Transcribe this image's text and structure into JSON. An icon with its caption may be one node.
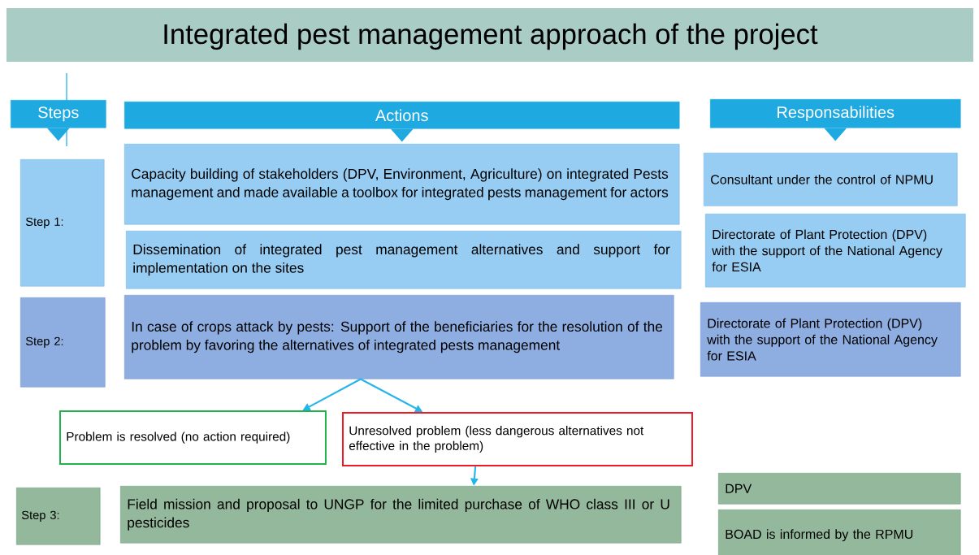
{
  "diagram": {
    "title": "Integrated pest management approach of the project",
    "nodes": [
      {
        "text": [
          "Steps"
        ]
      },
      {
        "text": [
          "Actions"
        ]
      },
      {
        "text": [
          "Responsabilities"
        ]
      },
      {
        "text": [
          "Step 1:"
        ]
      },
      {
        "text": [
          "Capacity building of stakeholders (DPV, Environment, Agriculture) on integrated Pests management and made available a toolbox for integrated pests management for actors"
        ]
      },
      {
        "text": [
          "Consultant under the control of NPMU"
        ]
      },
      {
        "text": [
          "Dissemination of integrated pest management alternatives and support for implementation on the sites"
        ]
      },
      {
        "text": [
          "Directorate of Plant Protection (DPV) with the support of the National Agency for ESIA"
        ]
      },
      {
        "text": [
          "Step 2:"
        ]
      },
      {
        "text": [
          "In case of crops attack by pests: Support of the beneficiaries for the resolution of the problem by favoring the alternatives of integrated pests management"
        ]
      },
      {
        "text": [
          "Directorate of Plant Protection (DPV) with the support of the National Agency for ESIA"
        ]
      },
      {
        "text": [
          "Problem is resolved (no action required)"
        ]
      },
      {
        "text": [
          "Unresolved problem (less dangerous alternatives not effective in the problem)"
        ]
      },
      {
        "text": [
          "Step 3:"
        ]
      },
      {
        "text": [
          "Field mission and proposal to UNGP for the limited purchase of WHO class III or U pesticides"
        ]
      },
      {
        "text": [
          "DPV"
        ]
      },
      {
        "text": [
          "BOAD is informed by the RPMU"
        ]
      }
    ],
    "edges": [
      {
        "from": 9,
        "to": 11,
        "arrow": "to"
      },
      {
        "from": 9,
        "to": 12,
        "arrow": "to"
      },
      {
        "from": 12,
        "to": 14,
        "arrow": "to"
      }
    ]
  }
}
